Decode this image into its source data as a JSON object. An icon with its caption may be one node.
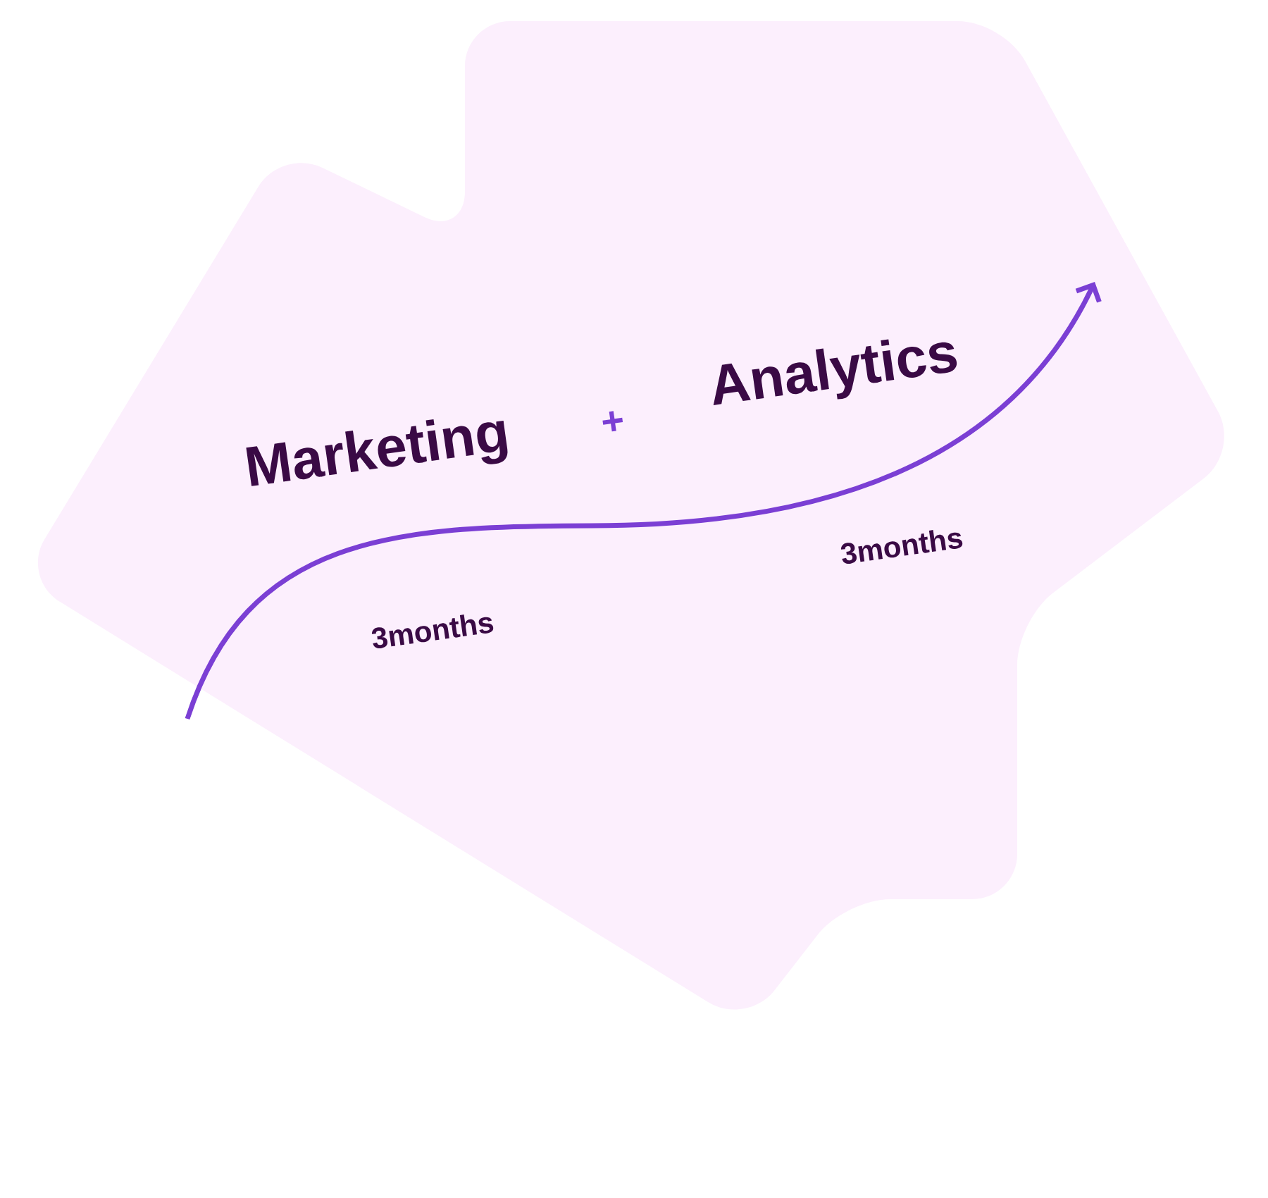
{
  "diagram": {
    "labels": [
      "Marketing",
      "+",
      "Analytics",
      "3months",
      "3months"
    ]
  }
}
